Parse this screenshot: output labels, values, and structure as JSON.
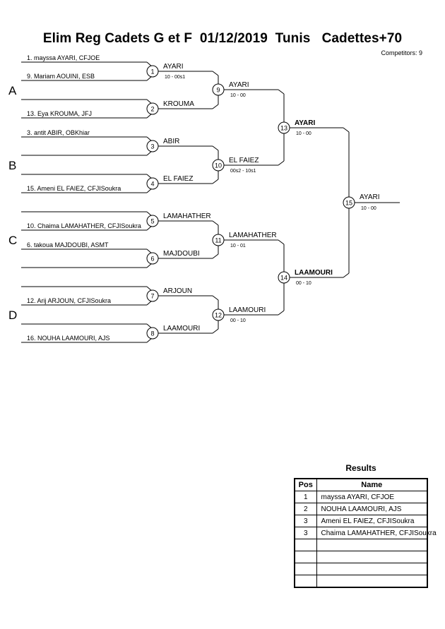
{
  "title": "Elim Reg Cadets G et F  01/12/2019  Tunis   Cadettes+70",
  "competitors_text": "Competitors: 9",
  "groups": [
    "A",
    "B",
    "C",
    "D"
  ],
  "entries": [
    {
      "slot": 1,
      "text": "1. mayssa AYARI, CFJOE"
    },
    {
      "slot": 2,
      "text": "9. Mariam AOUINI, ESB"
    },
    {
      "slot": 3,
      "text": ""
    },
    {
      "slot": 4,
      "text": "13. Eya KROUMA, JFJ"
    },
    {
      "slot": 5,
      "text": "3. antit ABIR, OBKhiar"
    },
    {
      "slot": 6,
      "text": ""
    },
    {
      "slot": 7,
      "text": ""
    },
    {
      "slot": 8,
      "text": "15. Ameni EL FAIEZ, CFJISoukra"
    },
    {
      "slot": 9,
      "text": ""
    },
    {
      "slot": 10,
      "text": "10. Chaima LAMAHATHER, CFJISoukra"
    },
    {
      "slot": 11,
      "text": "6. takoua MAJDOUBI, ASMT"
    },
    {
      "slot": 12,
      "text": ""
    },
    {
      "slot": 13,
      "text": ""
    },
    {
      "slot": 14,
      "text": "12. Arij ARJOUN, CFJISoukra"
    },
    {
      "slot": 15,
      "text": ""
    },
    {
      "slot": 16,
      "text": "16. NOUHA LAAMOURI, AJS"
    }
  ],
  "matches": [
    {
      "num": "1",
      "winner": "AYARI",
      "score": "10 - 00s1",
      "bold": false
    },
    {
      "num": "2",
      "winner": "KROUMA",
      "score": "",
      "bold": false
    },
    {
      "num": "3",
      "winner": "ABIR",
      "score": "",
      "bold": false
    },
    {
      "num": "4",
      "winner": "EL FAIEZ",
      "score": "",
      "bold": false
    },
    {
      "num": "5",
      "winner": "LAMAHATHER",
      "score": "",
      "bold": false
    },
    {
      "num": "6",
      "winner": "MAJDOUBI",
      "score": "",
      "bold": false
    },
    {
      "num": "7",
      "winner": "ARJOUN",
      "score": "",
      "bold": false
    },
    {
      "num": "8",
      "winner": "LAAMOURI",
      "score": "",
      "bold": false
    },
    {
      "num": "9",
      "winner": "AYARI",
      "score": "10 - 00",
      "bold": false
    },
    {
      "num": "10",
      "winner": "EL FAIEZ",
      "score": "00s2 - 10s1",
      "bold": false
    },
    {
      "num": "11",
      "winner": "LAMAHATHER",
      "score": "10 - 01",
      "bold": false
    },
    {
      "num": "12",
      "winner": "LAAMOURI",
      "score": "00 - 10",
      "bold": false
    },
    {
      "num": "13",
      "winner": "AYARI",
      "score": "10 - 00",
      "bold": true
    },
    {
      "num": "14",
      "winner": "LAAMOURI",
      "score": "00 - 10",
      "bold": true
    },
    {
      "num": "15",
      "winner": "AYARI",
      "score": "10 - 00",
      "bold": false
    }
  ],
  "results": {
    "title": "Results",
    "headers": [
      "Pos",
      "Name"
    ],
    "rows": [
      {
        "pos": "1",
        "name": "mayssa AYARI, CFJOE"
      },
      {
        "pos": "2",
        "name": "NOUHA LAAMOURI, AJS"
      },
      {
        "pos": "3",
        "name": "Ameni EL FAIEZ, CFJISoukra"
      },
      {
        "pos": "3",
        "name": "Chaima LAMAHATHER, CFJISoukra"
      },
      {
        "pos": "",
        "name": ""
      },
      {
        "pos": "",
        "name": ""
      },
      {
        "pos": "",
        "name": ""
      },
      {
        "pos": "",
        "name": ""
      }
    ]
  }
}
